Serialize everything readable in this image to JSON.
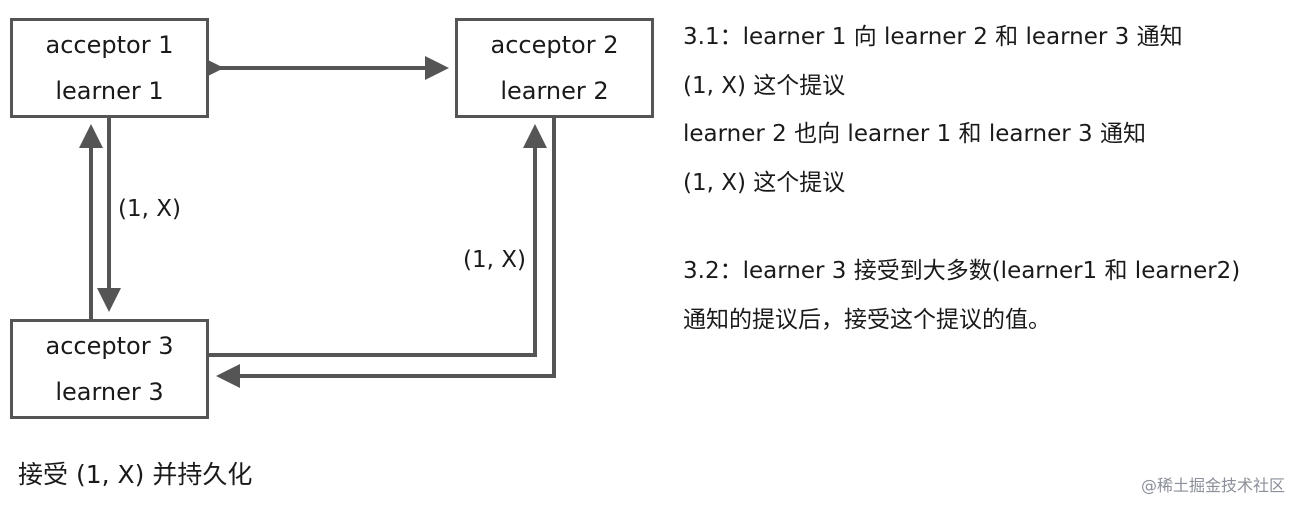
{
  "nodes": {
    "n1": {
      "line1": "acceptor 1",
      "line2": "learner 1"
    },
    "n2": {
      "line1": "acceptor 2",
      "line2": "learner 2"
    },
    "n3": {
      "line1": "acceptor 3",
      "line2": "learner 3"
    }
  },
  "edge_labels": {
    "left": "(1, X)",
    "right": "(1, X)"
  },
  "notes": {
    "step31": [
      "3.1：learner 1 向 learner 2 和 learner 3 通知",
      "(1, X) 这个提议",
      "learner 2 也向 learner 1 和 learner 3 通知",
      "(1, X) 这个提议"
    ],
    "step32": [
      "3.2：learner 3 接受到大多数(learner1 和 learner2)",
      "通知的提议后，接受这个提议的值。"
    ]
  },
  "persist": "接受 (1, X) 并持久化",
  "watermark": "@稀土掘金技术社区",
  "colors": {
    "line": "#555555",
    "text": "#1a1a1a",
    "watermark": "#8a8f99"
  }
}
